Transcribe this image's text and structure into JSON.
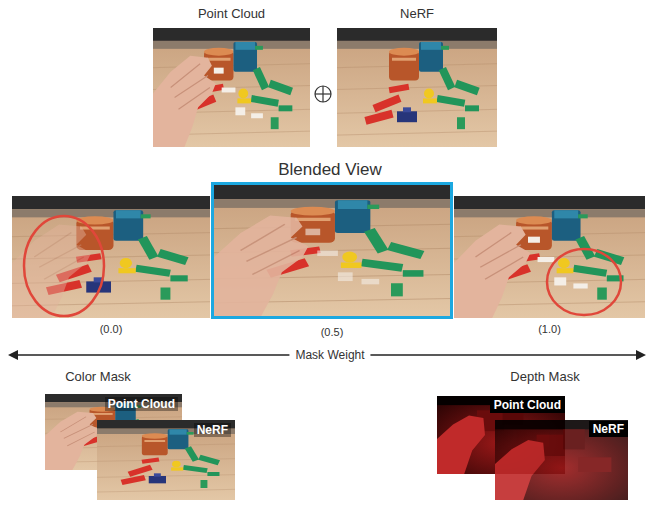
{
  "diagram": {
    "nodes": [
      {
        "text": [
          "Point Cloud"
        ]
      },
      {
        "text": [
          "NeRF"
        ]
      },
      {
        "text": [
          "(0.0)"
        ]
      },
      {
        "text": [
          "(0.5)"
        ]
      },
      {
        "text": [
          "(1.0)"
        ]
      },
      {
        "text": [
          "Point Cloud"
        ]
      },
      {
        "text": [
          "NeRF"
        ]
      },
      {
        "text": [
          "Point Cloud"
        ]
      },
      {
        "text": [
          "NeRF"
        ]
      }
    ],
    "labels": [
      "Blended View",
      "Mask Weight",
      "Color Mask",
      "Depth Mask"
    ]
  }
}
